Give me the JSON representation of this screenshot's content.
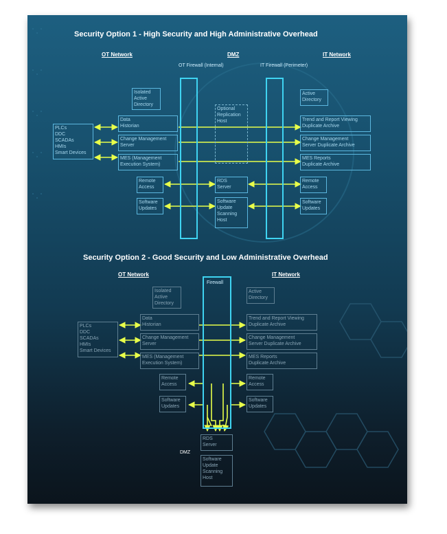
{
  "option1": {
    "title": "Security Option 1 - High Security and High Administrative Overhead",
    "ot_network": "OT Network",
    "dmz": "DMZ",
    "it_network": "IT Network",
    "ot_firewall": "OT Firewall\n(Internal)",
    "it_firewall": "IT Firewall\n(Perimeter)",
    "plcs": "PLCs\nDDC\nSCADAs\nHMIs\nSmart Devices",
    "isolated_ad": "Isolated\nActive\nDirectory",
    "data_historian": "Data\nHistorian",
    "change_mgmt": "Change Management\nServer",
    "mes": "MES (Management\nExecution System)",
    "remote_access": "Remote\nAccess",
    "software_updates": "Software\nUpdates",
    "optional_replication": "Optional\nReplication\nHost",
    "rds_server": "RDS\nServer",
    "sw_update_host": "Software\nUpdate\nScanning\nHost",
    "it_active_directory": "Active\nDirectory",
    "trend": "Trend and Report Viewing\nDuplicate Archive",
    "change_dup": "Change Management\nServer Duplicate Archive",
    "mes_dup": "MES Reports\nDuplicate Archive",
    "it_remote": "Remote\nAccess",
    "it_updates": "Software\nUpdates"
  },
  "option2": {
    "title": "Security Option 2 - Good Security and Low Administrative Overhead",
    "ot_network": "OT Network",
    "it_network": "IT Network",
    "firewall": "Firewall",
    "plcs": "PLCs\nDDC\nSCADAs\nHMIs\nSmart Devices",
    "isolated_ad": "Isolated\nActive\nDirectory",
    "data_historian": "Data\nHistorian",
    "change_mgmt": "Change Management\nServer",
    "mes": "MES (Management\nExecution System)",
    "remote_access": "Remote\nAccess",
    "software_updates": "Software\nUpdates",
    "it_active_directory": "Active\nDirectory",
    "trend": "Trend and Report Viewing\nDuplicate Archive",
    "change_dup": "Change Management\nServer Duplicate Archive",
    "mes_dup": "MES Reports\nDuplicate Archive",
    "it_remote": "Remote\nAccess",
    "it_updates": "Software\nUpdates",
    "dmz": "DMZ",
    "rds_server": "RDS\nServer",
    "sw_update_host": "Software\nUpdate\nScanning\nHost"
  },
  "colors": {
    "arrow": "#e8ff4a",
    "firewall": "#3fd4f2",
    "box_border": "#5cb8e0",
    "text": "#a8d8ee"
  }
}
